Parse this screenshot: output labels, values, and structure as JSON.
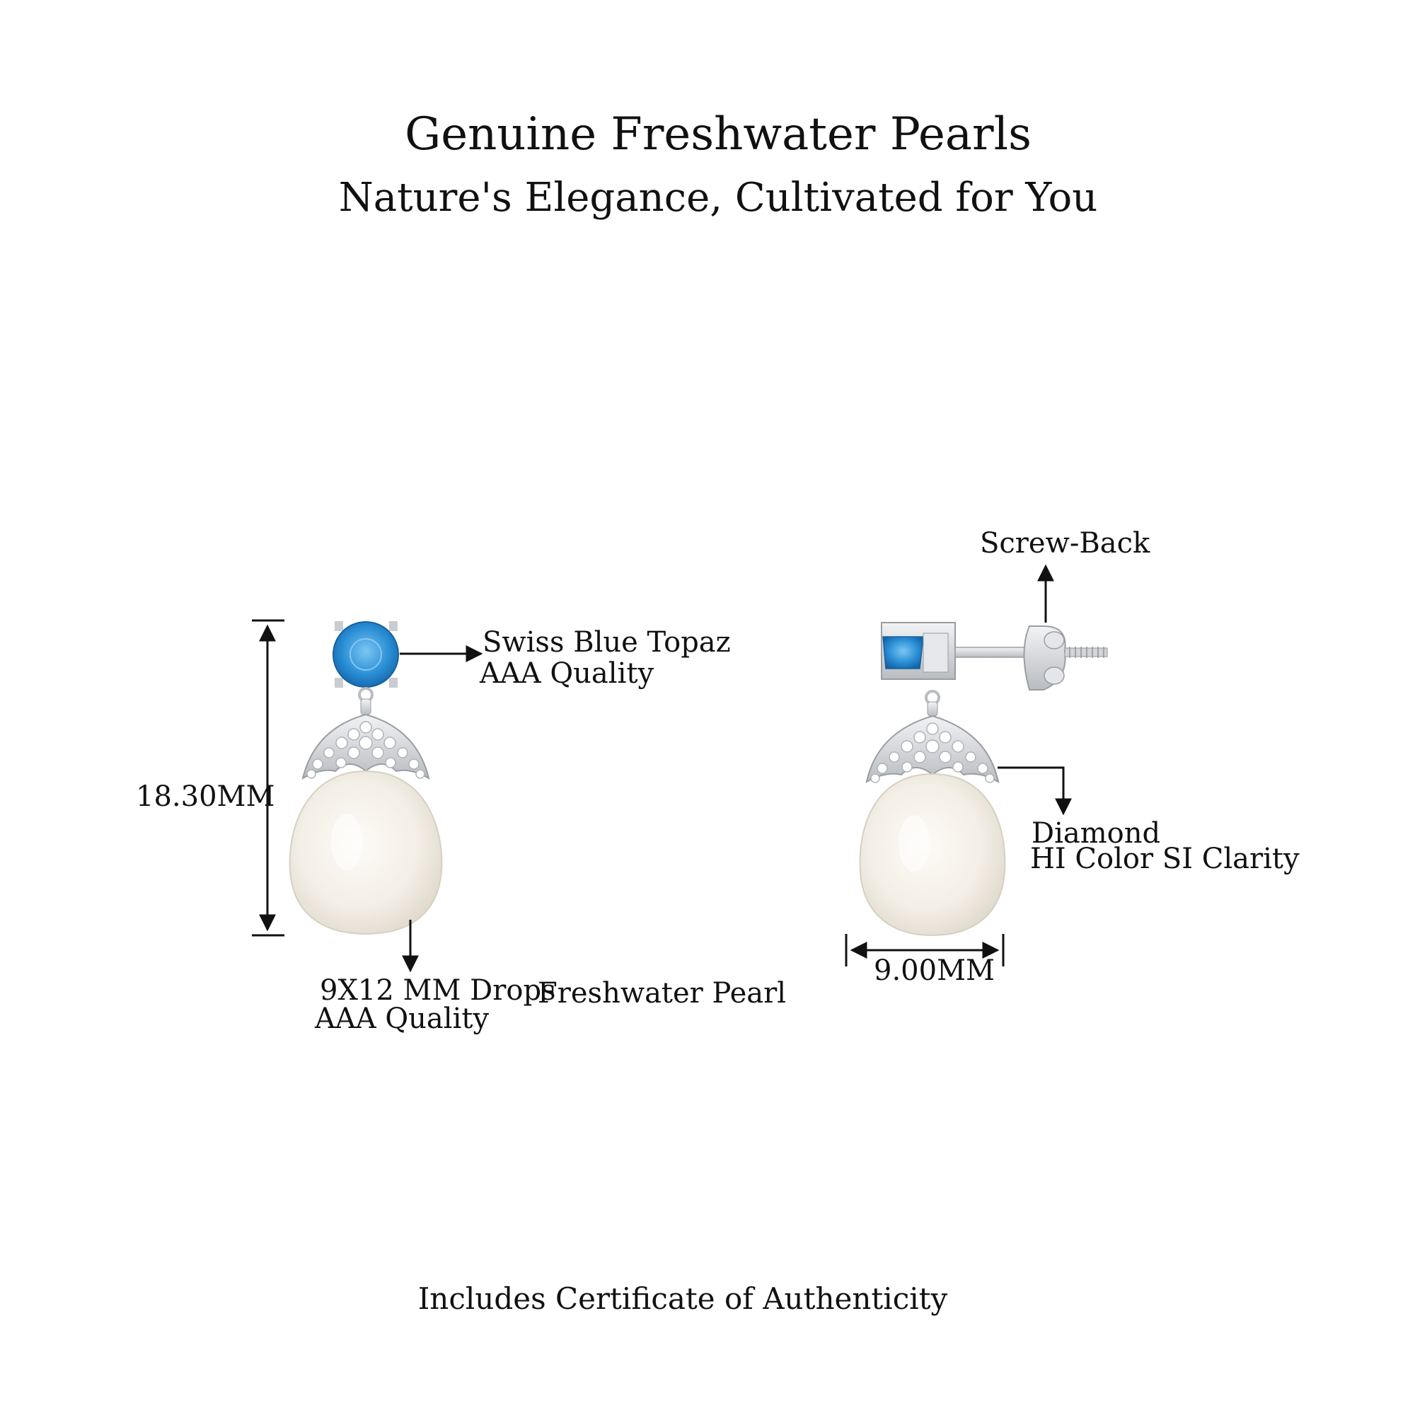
{
  "header": {
    "title": "Genuine Freshwater Pearls",
    "subtitle": "Nature's Elegance, Cultivated for You"
  },
  "front_view": {
    "height_label": "18.30MM",
    "gem_label_line1": "Swiss Blue Topaz",
    "gem_label_line2": "AAA Quality",
    "pearl_label_line1": "9X12 MM Drops",
    "pearl_label_line2": "AAA Quality",
    "pearl_type_label": "Freshwater Pearl"
  },
  "side_view": {
    "back_label": "Screw-Back",
    "diamond_label_line1": "Diamond",
    "diamond_label_line2": "HI Color SI Clarity",
    "width_label": "9.00MM"
  },
  "footer": {
    "certificate_text": "Includes Certificate of Authenticity"
  },
  "colors": {
    "topaz": "#2a8fd6",
    "metal": "#d7d9dc",
    "pearl": "#f4f0e8",
    "arrow": "#111111"
  }
}
